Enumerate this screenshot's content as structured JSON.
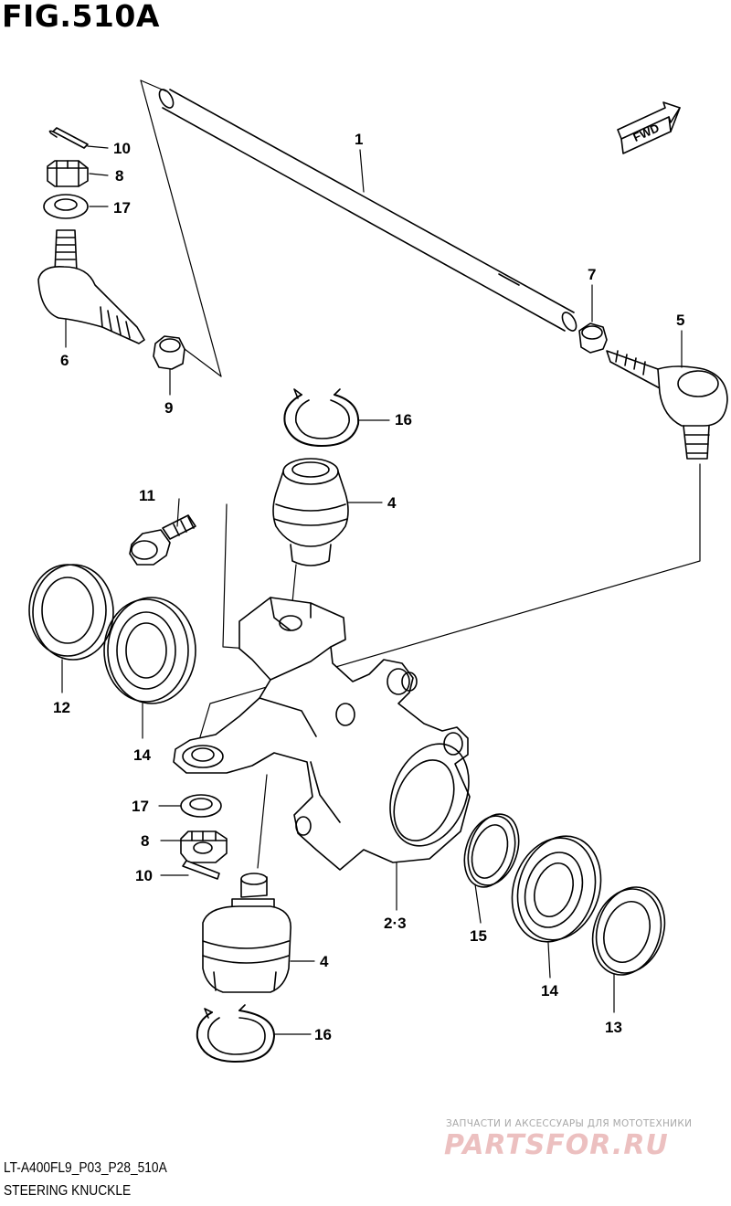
{
  "figure": {
    "title": "FIG.510A",
    "code": "LT-A400FL9_P03_P28_510A",
    "name": "STEERING KNUCKLE"
  },
  "direction_badge": "FWD",
  "watermark": {
    "tagline": "ЗАПЧАСТИ И АКСЕССУАРЫ ДЛЯ МОТОТЕХНИКИ",
    "brand": "PARTSFOR.RU"
  },
  "callouts": {
    "c1": "1",
    "c2_3": "2·3",
    "c4a": "4",
    "c4b": "4",
    "c5": "5",
    "c6": "6",
    "c7": "7",
    "c8a": "8",
    "c8b": "8",
    "c9": "9",
    "c10a": "10",
    "c10b": "10",
    "c11": "11",
    "c12": "12",
    "c13": "13",
    "c14a": "14",
    "c14b": "14",
    "c15": "15",
    "c16a": "16",
    "c16b": "16",
    "c17a": "17",
    "c17b": "17"
  },
  "colors": {
    "line": "#000000",
    "background": "#ffffff",
    "watermark": "#ecc0c0"
  }
}
